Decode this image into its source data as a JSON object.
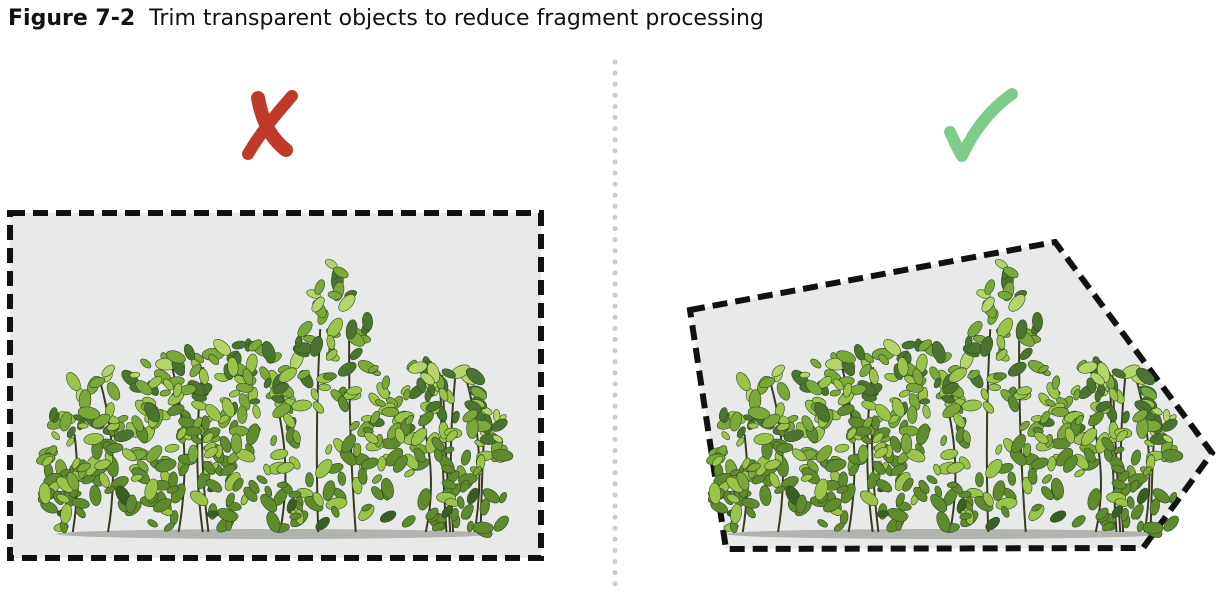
{
  "caption": {
    "figure_number": "Figure 7-2",
    "text": "Trim transparent objects to reduce fragment processing"
  },
  "panels": [
    {
      "id": "untrimmed",
      "mark": "cross",
      "mark_color": "#c0392b",
      "region_shape": "rectangle"
    },
    {
      "id": "trimmed",
      "mark": "check",
      "mark_color": "#7dcc8a",
      "region_shape": "pentagon"
    }
  ],
  "colors": {
    "region_fill": "#e8e9e9",
    "outline": "#111111",
    "divider": "#cccccc",
    "leaf_light": "#9cc44a",
    "leaf_mid": "#5f8a2e",
    "leaf_dark": "#3a5f24"
  }
}
